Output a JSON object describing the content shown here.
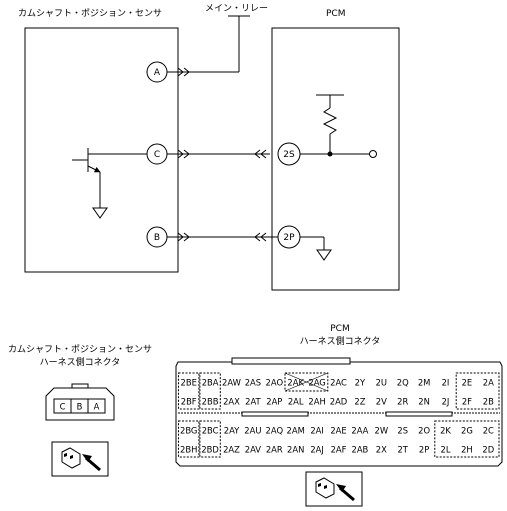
{
  "sensor": {
    "title": "カムシャフト・ポジション・センサ",
    "pins": {
      "a": "A",
      "c": "C",
      "b": "B"
    }
  },
  "relay": {
    "label": "メイン・リレー"
  },
  "pcm": {
    "title": "PCM",
    "pins": {
      "s2": "2S",
      "p2": "2P"
    }
  },
  "sensor_connector": {
    "title_line1": "カムシャフト・ポジション・センサ",
    "title_line2": "ハーネス側コネクタ",
    "cells": [
      "C",
      "B",
      "A"
    ]
  },
  "pcm_connector": {
    "title_line1": "PCM",
    "title_line2": "ハーネス側コネクタ",
    "rows": [
      [
        "2BE",
        "2BA",
        "2AW",
        "2AS",
        "2AO",
        "2AK",
        "2AG",
        "2AC",
        "2Y",
        "2U",
        "2Q",
        "2M",
        "2I",
        "2E",
        "2A"
      ],
      [
        "2BF",
        "2BB",
        "2AX",
        "2AT",
        "2AP",
        "2AL",
        "2AH",
        "2AD",
        "2Z",
        "2V",
        "2R",
        "2N",
        "2J",
        "2F",
        "2B"
      ],
      [
        "2BG",
        "2BC",
        "2AY",
        "2AU",
        "2AQ",
        "2AM",
        "2AI",
        "2AE",
        "2AA",
        "2W",
        "2S",
        "2O",
        "2K",
        "2G",
        "2C"
      ],
      [
        "2BH",
        "2BD",
        "2AZ",
        "2AV",
        "2AR",
        "2AN",
        "2AJ",
        "2AF",
        "2AB",
        "2X",
        "2T",
        "2P",
        "2L",
        "2H",
        "2D"
      ]
    ]
  }
}
